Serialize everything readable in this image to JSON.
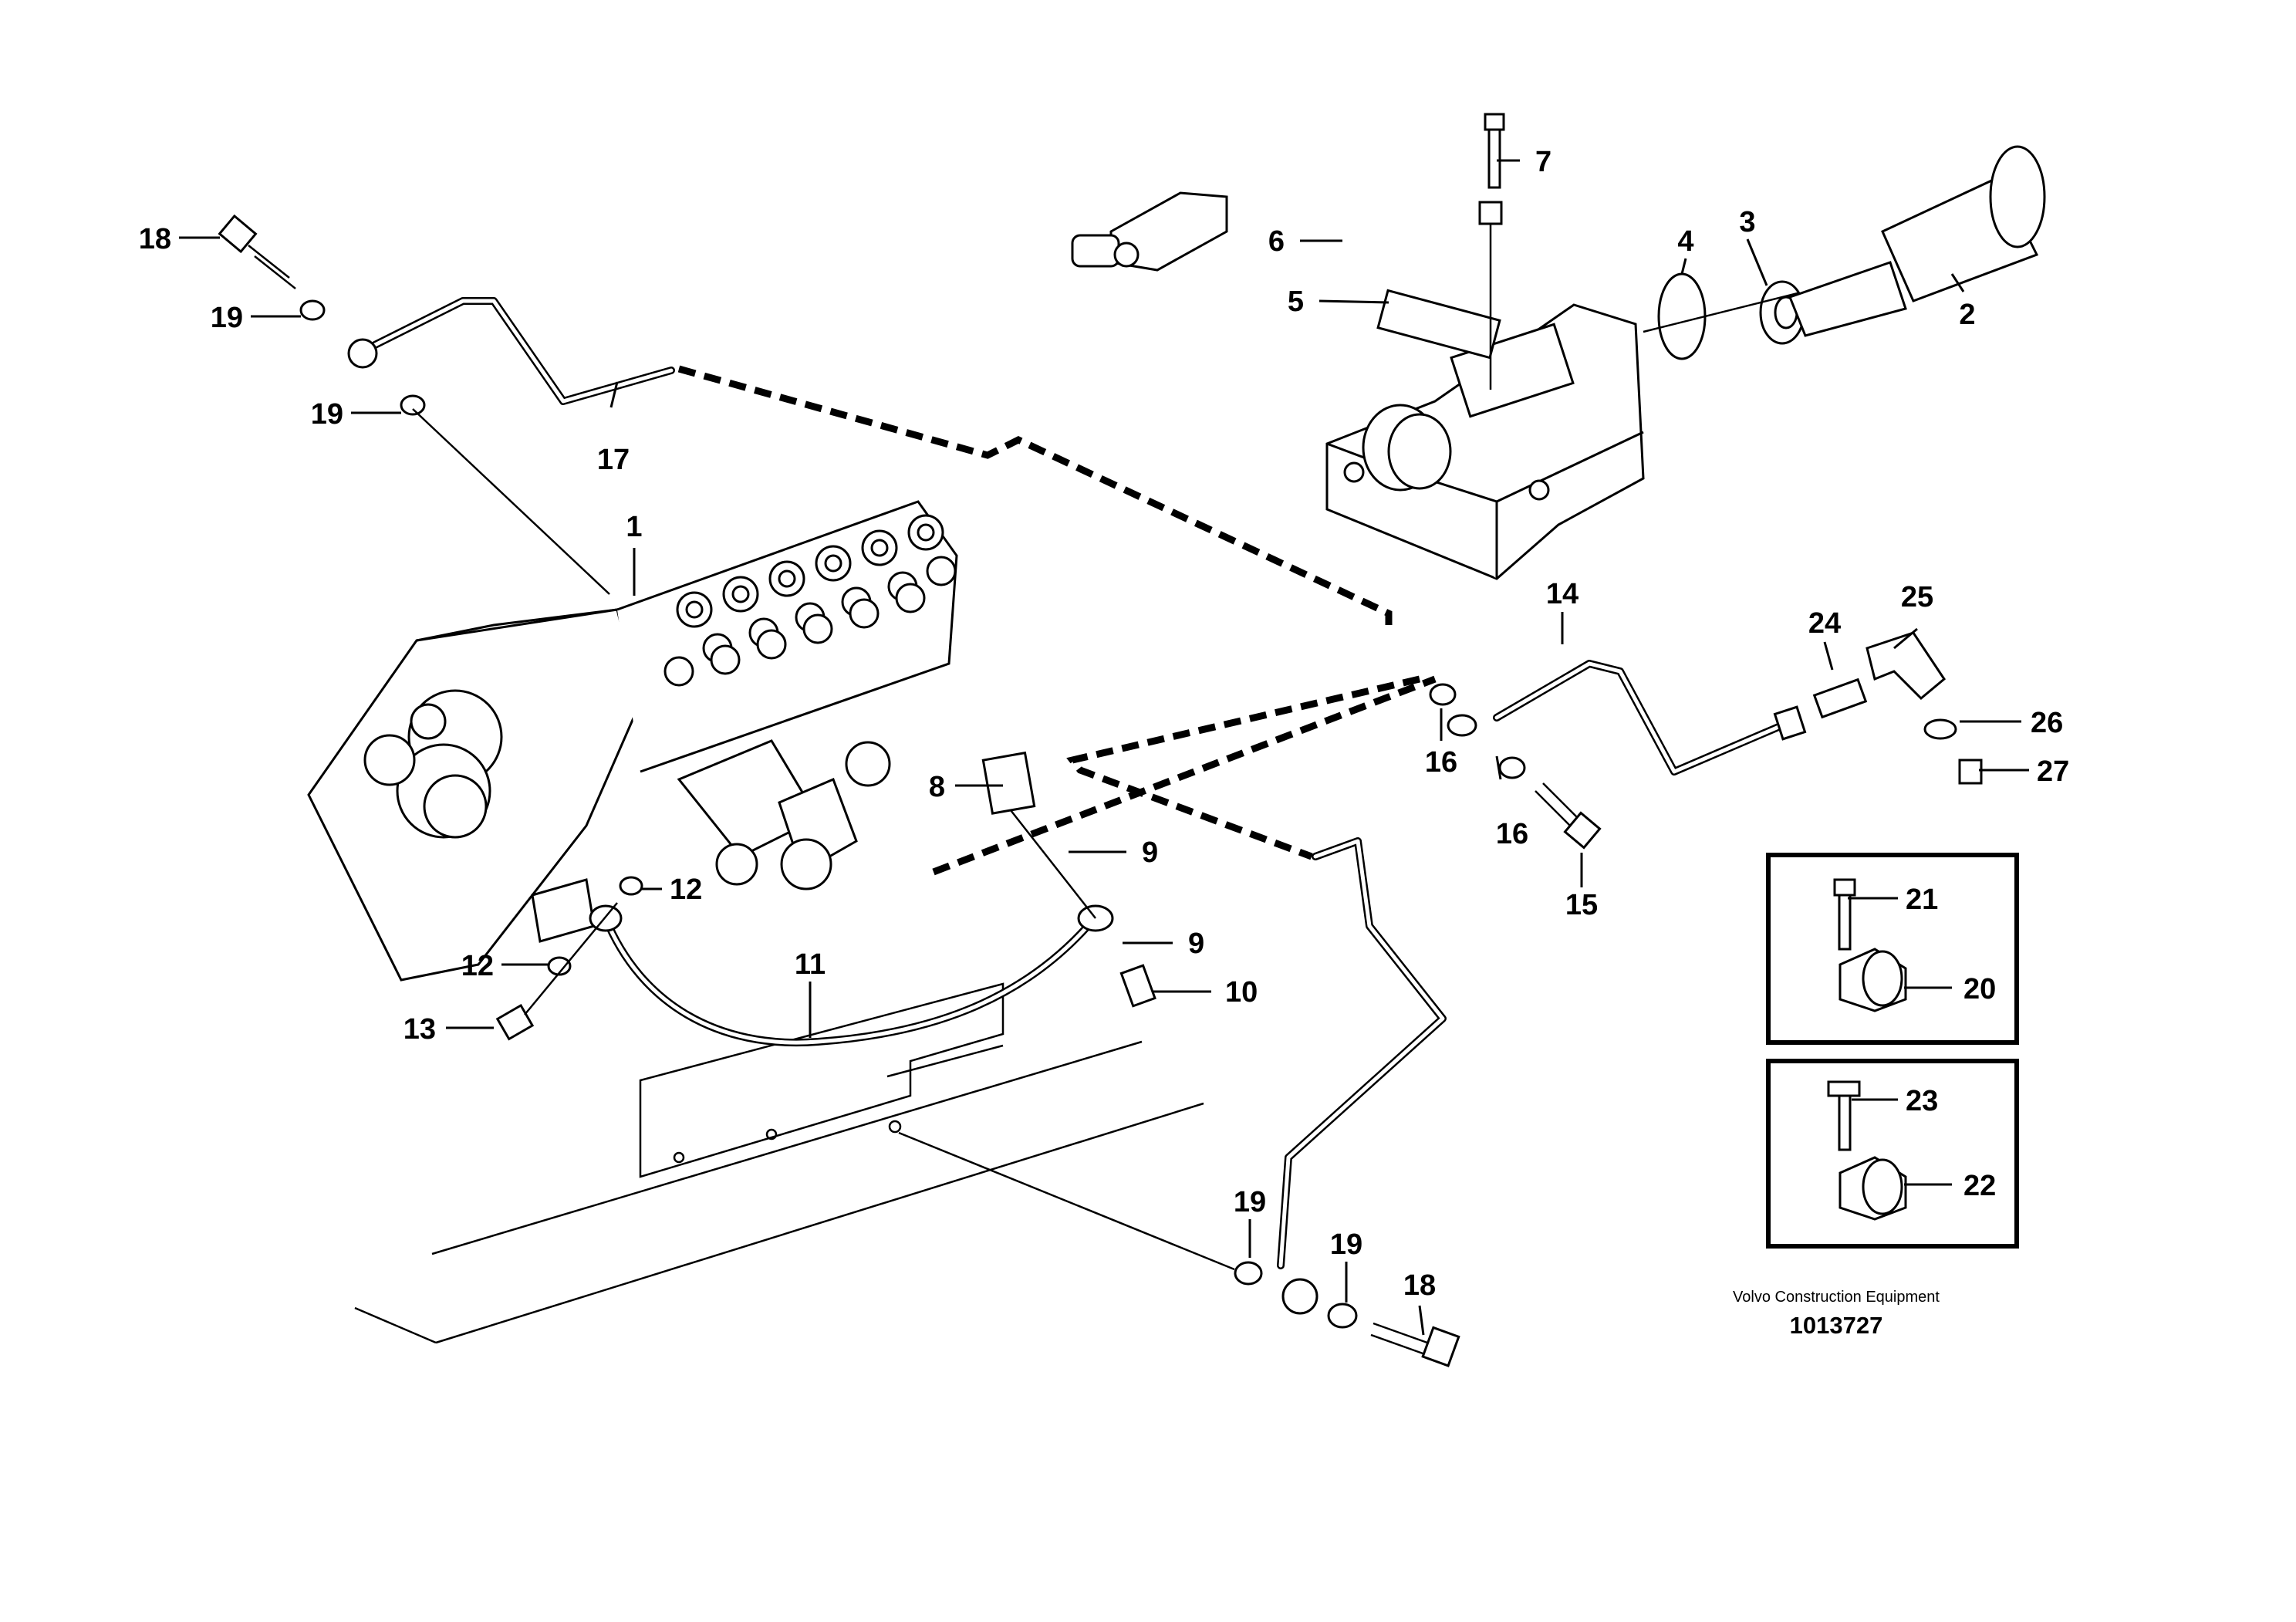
{
  "labels": {
    "p1": "1",
    "p2": "2",
    "p3": "3",
    "p4": "4",
    "p5": "5",
    "p6": "6",
    "p7": "7",
    "p8": "8",
    "p9a": "9",
    "p9b": "9",
    "p10": "10",
    "p11": "11",
    "p12a": "12",
    "p12b": "12",
    "p13": "13",
    "p14": "14",
    "p15": "15",
    "p16a": "16",
    "p16b": "16",
    "p17": "17",
    "p18a": "18",
    "p18b": "18",
    "p19a": "19",
    "p19b": "19",
    "p19c": "19",
    "p19d": "19",
    "p20": "20",
    "p21": "21",
    "p22": "22",
    "p23": "23",
    "p24": "24",
    "p25": "25",
    "p26": "26",
    "p27": "27"
  },
  "brand": {
    "name": "Volvo Construction Equipment",
    "diagram_number": "1013727"
  }
}
